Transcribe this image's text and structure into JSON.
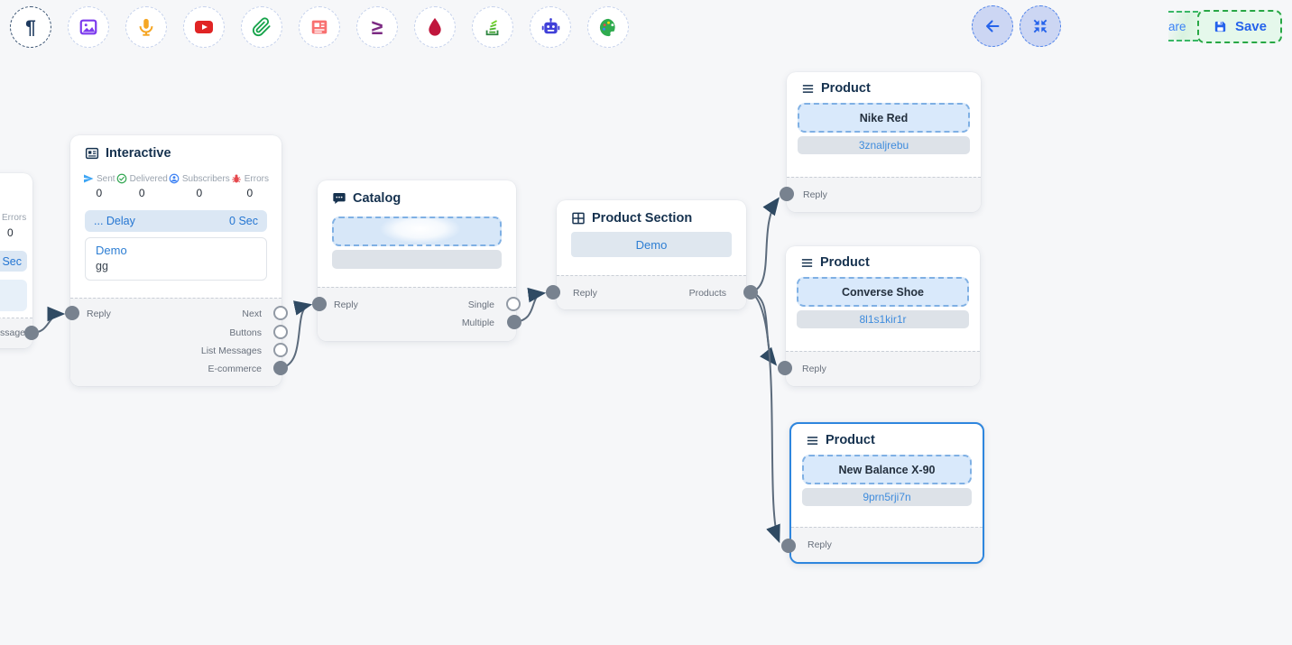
{
  "toolbar": {
    "items": [
      {
        "label": "text-element",
        "icon": "pilcrow-icon",
        "glyph": "¶",
        "color": "#1e3a5f",
        "selected": true
      },
      {
        "label": "image-element",
        "icon": "image-icon",
        "color": "#7c3aed",
        "selected": false
      },
      {
        "label": "audio-element",
        "icon": "microphone-icon",
        "color": "#f5a623",
        "selected": false
      },
      {
        "label": "video-element",
        "icon": "youtube-icon",
        "color": "#e02424",
        "selected": false
      },
      {
        "label": "attachment-element",
        "icon": "paperclip-icon",
        "color": "#16a34a",
        "selected": false
      },
      {
        "label": "card-element",
        "icon": "newspaper-icon",
        "color": "#f87171",
        "selected": false
      },
      {
        "label": "sequence-element",
        "icon": "greater-equal-icon",
        "glyph": "≥",
        "color": "#7b2982",
        "selected": false
      },
      {
        "label": "drip-element",
        "icon": "water-drop-icon",
        "color": "#c0163c",
        "selected": false
      },
      {
        "label": "stack-element",
        "icon": "stack-lines-icon",
        "color": "#3fa52f",
        "selected": false
      },
      {
        "label": "bot-element",
        "icon": "robot-icon",
        "color": "#4040d8",
        "selected": false
      },
      {
        "label": "theme-element",
        "icon": "palette-icon",
        "color": "#2fab4f",
        "selected": false
      }
    ]
  },
  "topbar": {
    "back_button": {
      "icon": "arrow-left-icon"
    },
    "fit_view_button": {
      "icon": "compress-icon"
    },
    "hidden_button_fragment": "are",
    "save_label": "Save"
  },
  "nodes": {
    "partial_left": {
      "errors_label": "Errors",
      "errors_value": "0",
      "delay_value_fragment": "Sec",
      "output_label_fragment": "essage"
    },
    "interactive": {
      "title": "Interactive",
      "stats": [
        {
          "icon": "paper-plane-icon",
          "label": "Sent",
          "value": "0"
        },
        {
          "icon": "check-circle-icon",
          "label": "Delivered",
          "value": "0"
        },
        {
          "icon": "subscriber-icon",
          "label": "Subscribers",
          "value": "0"
        },
        {
          "icon": "bug-icon",
          "label": "Errors",
          "value": "0"
        }
      ],
      "delay_label": "... Delay",
      "delay_value": "0 Sec",
      "body_title": "Demo",
      "body_text": "gg",
      "reply_label": "Reply",
      "outputs": [
        "Next",
        "Buttons",
        "List Messages",
        "E-commerce"
      ]
    },
    "catalog": {
      "title": "Catalog",
      "reply_label": "Reply",
      "outputs": [
        "Single",
        "Multiple"
      ]
    },
    "product_section": {
      "title": "Product Section",
      "body": "Demo",
      "reply_label": "Reply",
      "output": "Products"
    },
    "products": [
      {
        "title": "Product",
        "name": "Nike Red",
        "retailer_id": "3znaljrebu",
        "reply_label": "Reply"
      },
      {
        "title": "Product",
        "name": "Converse Shoe",
        "retailer_id": "8l1s1kir1r",
        "reply_label": "Reply"
      },
      {
        "title": "Product",
        "name": "New Balance X-90",
        "retailer_id": "9prn5rji7n",
        "reply_label": "Reply"
      }
    ]
  },
  "colors": {
    "canvas_bg": "#f6f7f9",
    "node_header_text": "#16324f",
    "accent_blue": "#2576d2",
    "save_green": "#28a745",
    "save_text_blue": "#2563eb",
    "edge_line": "#5c6b7c",
    "edge_arrow": "#2f4a63",
    "handle_gray": "#78828f",
    "selected_border": "#2e86de"
  }
}
